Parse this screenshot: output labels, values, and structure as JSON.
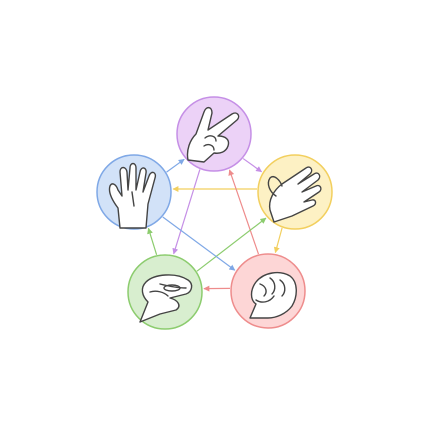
{
  "colors": {
    "scissors": {
      "fill": "#ecd2f7",
      "stroke": "#c58fe6"
    },
    "paper": {
      "fill": "#fdf1c4",
      "stroke": "#f2cf5e"
    },
    "rock": {
      "fill": "#fdd6d6",
      "stroke": "#ee8c8c"
    },
    "lizard": {
      "fill": "#d8eecf",
      "stroke": "#8ccc6e"
    },
    "spock": {
      "fill": "#d2e2f8",
      "stroke": "#7fa8e6"
    }
  },
  "gestures": [
    "scissors",
    "paper",
    "rock",
    "lizard",
    "spock"
  ],
  "icons": {
    "scissors": "scissors-hand-icon",
    "paper": "paper-hand-icon",
    "rock": "rock-fist-icon",
    "lizard": "lizard-hand-icon",
    "spock": "spock-vulcan-hand-icon"
  },
  "relations": [
    {
      "winner": "scissors",
      "loser": "paper"
    },
    {
      "winner": "scissors",
      "loser": "lizard"
    },
    {
      "winner": "paper",
      "loser": "rock"
    },
    {
      "winner": "paper",
      "loser": "spock"
    },
    {
      "winner": "rock",
      "loser": "lizard"
    },
    {
      "winner": "rock",
      "loser": "scissors"
    },
    {
      "winner": "lizard",
      "loser": "spock"
    },
    {
      "winner": "lizard",
      "loser": "paper"
    },
    {
      "winner": "spock",
      "loser": "scissors"
    },
    {
      "winner": "spock",
      "loser": "rock"
    }
  ]
}
